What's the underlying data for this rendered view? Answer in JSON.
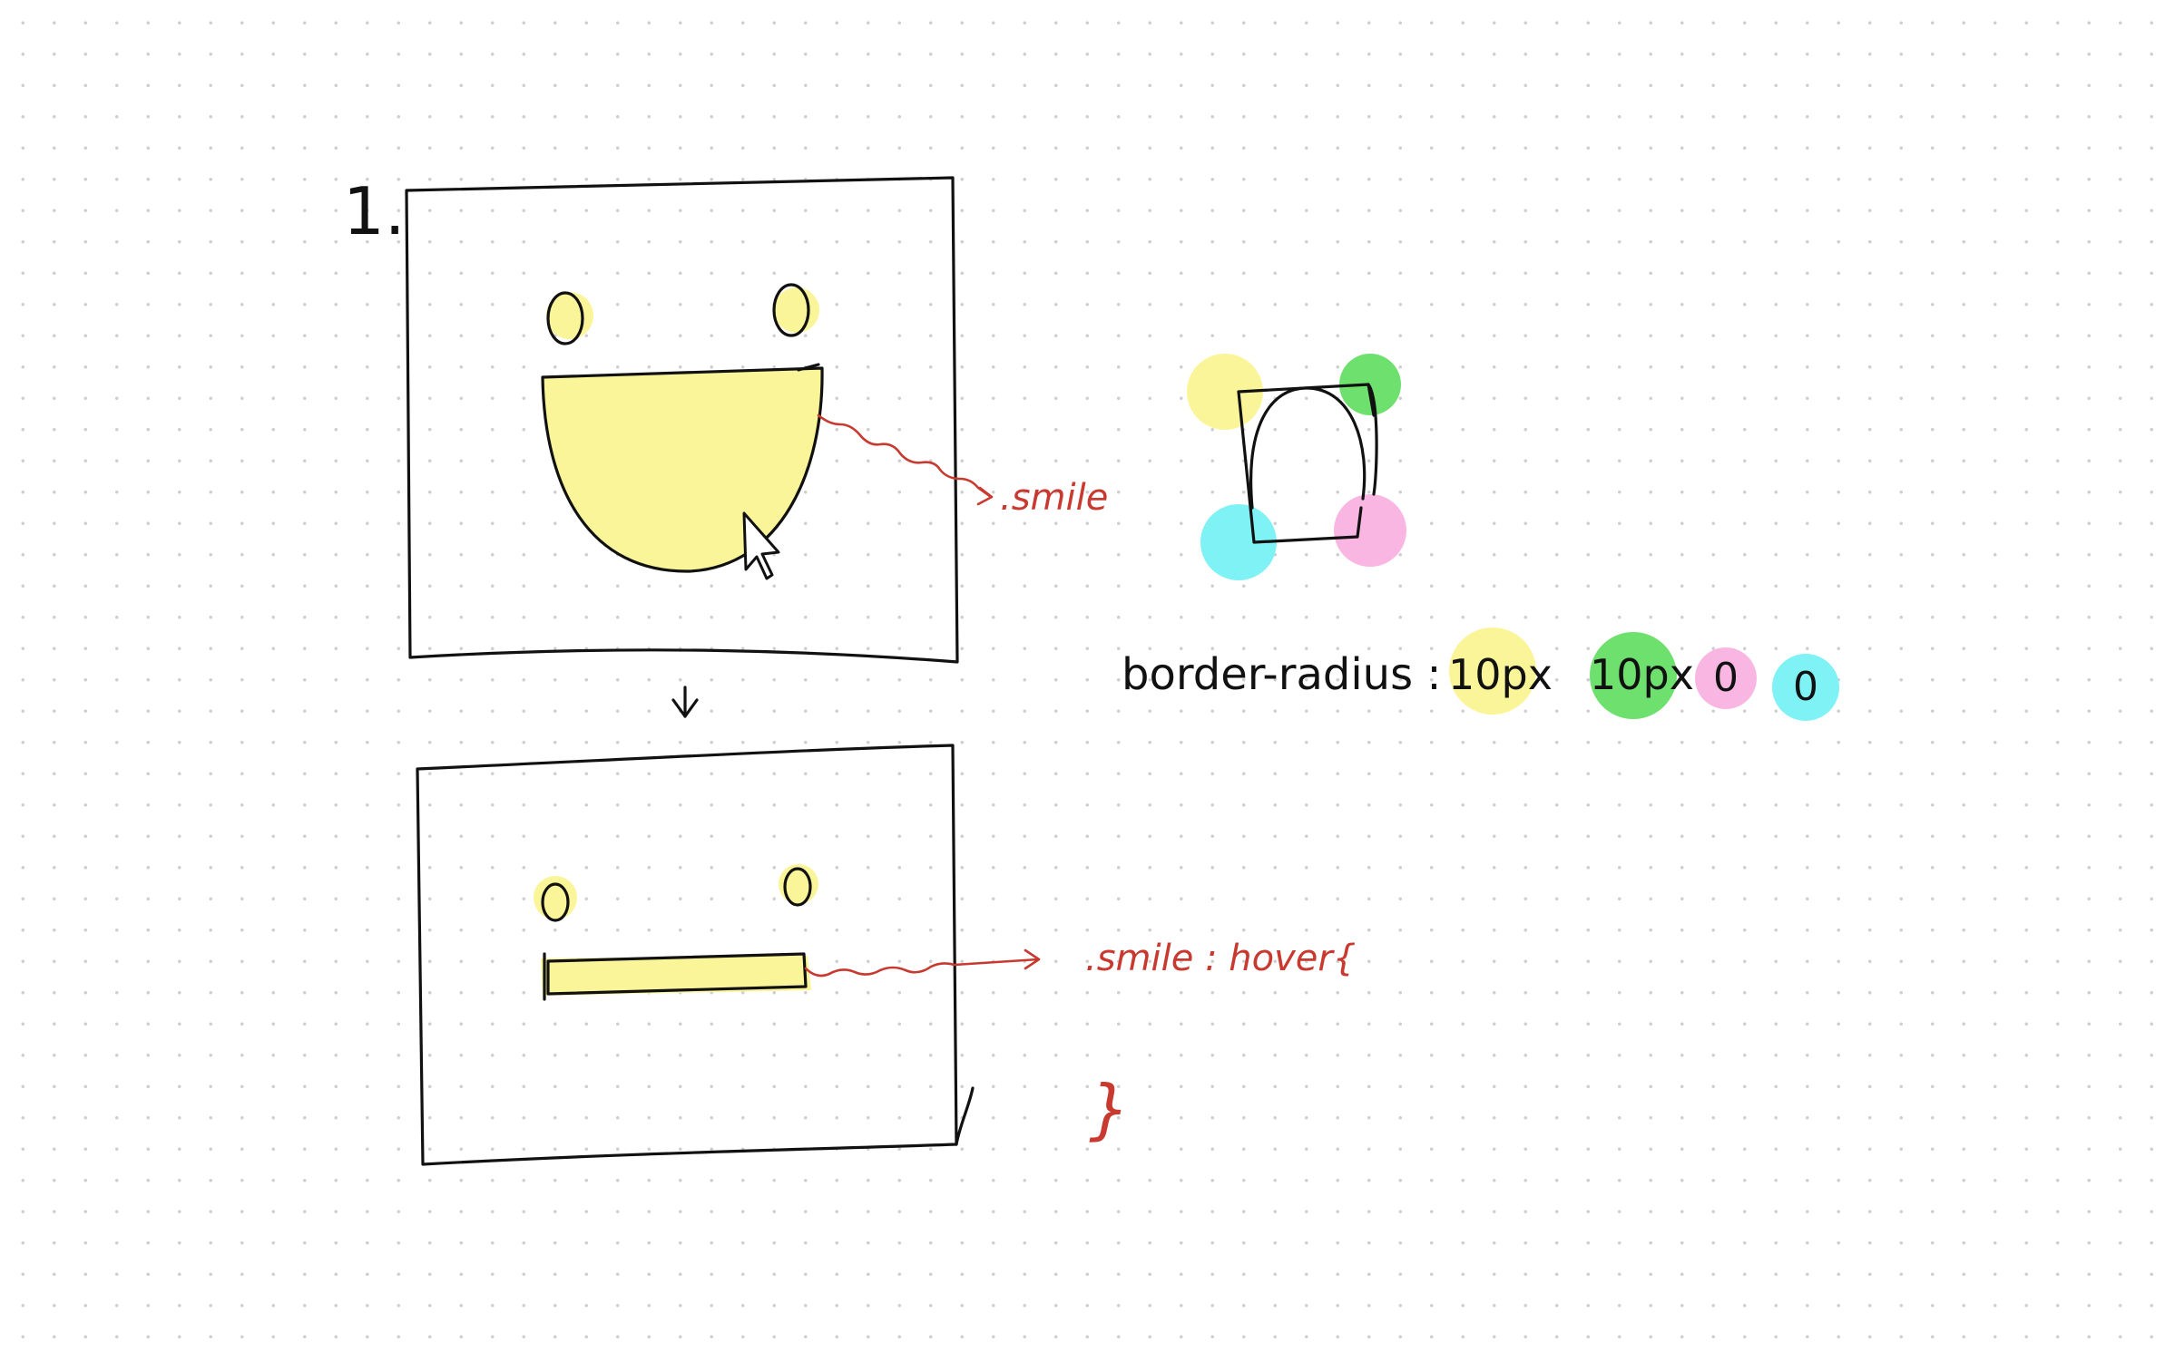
{
  "step_number": "1.",
  "labels": {
    "smile": ".smile",
    "smile_hover": ".smile : hover{",
    "closing_brace": "}",
    "border_radius": "border-radius :",
    "radius_values": [
      "10px",
      "10px",
      "0",
      "0"
    ]
  },
  "colors": {
    "highlight_yellow": "#fbf59a",
    "highlight_green": "#6ee06e",
    "highlight_pink": "#f9b6e3",
    "highlight_cyan": "#7ef2f5",
    "ink_black": "#111111",
    "ink_red": "#c8392f"
  },
  "icons": [
    "cursor-arrow-icon",
    "arrow-down-icon",
    "arrow-right-icon"
  ]
}
